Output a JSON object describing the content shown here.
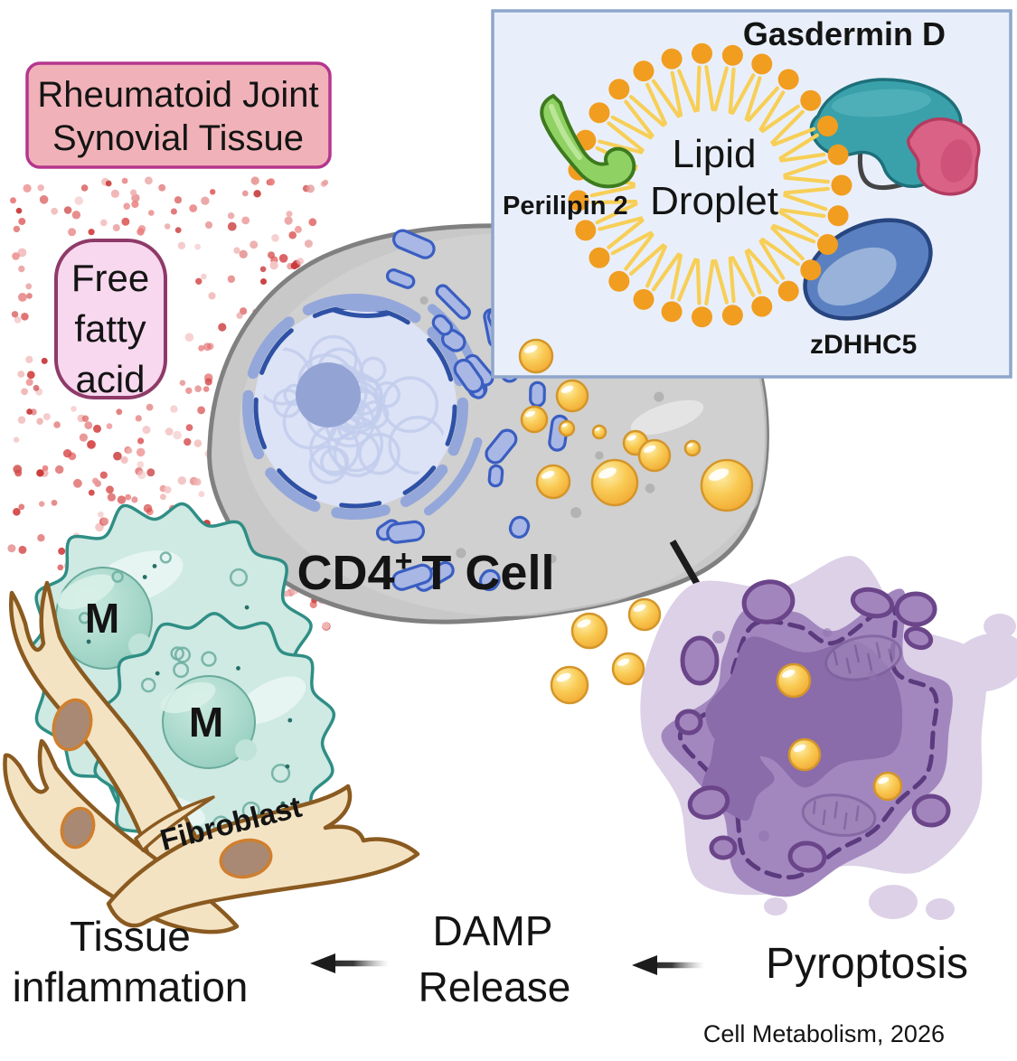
{
  "title_box": {
    "line1": "Rheumatoid Joint",
    "line2": "Synovial Tissue"
  },
  "ffa_box": {
    "line1": "Free",
    "line2": "fatty",
    "line3": "acid"
  },
  "cd4_cell": {
    "base": "CD4",
    "sup": "+",
    "rest": "T Cell"
  },
  "inset": {
    "gasdermin_label": "Gasdermin D",
    "lipid_line1": "Lipid",
    "lipid_line2": "Droplet",
    "perilipin_label": "Perilipin 2",
    "zdhhc5_label": "zDHHC5"
  },
  "macrophage_label_1": "M",
  "macrophage_label_2": "M",
  "fibroblast_label": "Fibroblast",
  "flow": {
    "tissue_line1": "Tissue",
    "tissue_line2": "inflammation",
    "damp_line1": "DAMP",
    "damp_line2": "Release",
    "pyroptosis": "Pyroptosis"
  },
  "citation": "Cell Metabolism, 2026",
  "colors": {
    "synovial_box_fill": "#f0b2b8",
    "synovial_box_border": "#b5368e",
    "ffa_box_fill": "#f8d8ef",
    "ffa_box_border": "#8e3a68",
    "free_fatty_acid_dots": [
      "#e79898",
      "#e06868",
      "#d64b4b",
      "#c93a3a",
      "#f0b3b3",
      "#ea8080",
      "#f4c5c5"
    ],
    "t_cell_body": "#c8c8c8",
    "t_cell_border": "#808080",
    "nucleus_fill": "#dce3f6",
    "nucleus_envelope_dark": "#2e51a6",
    "nucleus_envelope_light": "#94a7da",
    "chromatin": "#c2cdec",
    "nucleolus": "#93a4d4",
    "er_fill": "#a9b7e5",
    "er_border": "#3a5ec1",
    "lipid_droplet": "#f8c64f",
    "lipid_droplet_rim": "#d4952a",
    "inset_bg": "#e9effa",
    "inset_border": "#8ea6cb",
    "phospholipid_head": "#f19d20",
    "phospholipid_tail": "#f7cf57",
    "perilipin_green": "#8fd162",
    "gasdermin_teal": "#3aa1ab",
    "partner_pink": "#da6286",
    "zdhhc5_blue": "#5b80c1",
    "pyroptotic_purple": "#a287bf",
    "pyroptotic_halo": "#dcd1e7",
    "pyroptotic_outline": "#5c3a7e",
    "macrophage_fill": "#cfe9e3",
    "macrophage_border": "#2f8e85",
    "macrophage_nucleus": "#9ed2c4",
    "fibroblast_fill": "#f4e3c3",
    "fibroblast_border": "#8a5a20",
    "fibroblast_nucleus": "#a98973",
    "arrow_black": "#1c1c1c"
  }
}
